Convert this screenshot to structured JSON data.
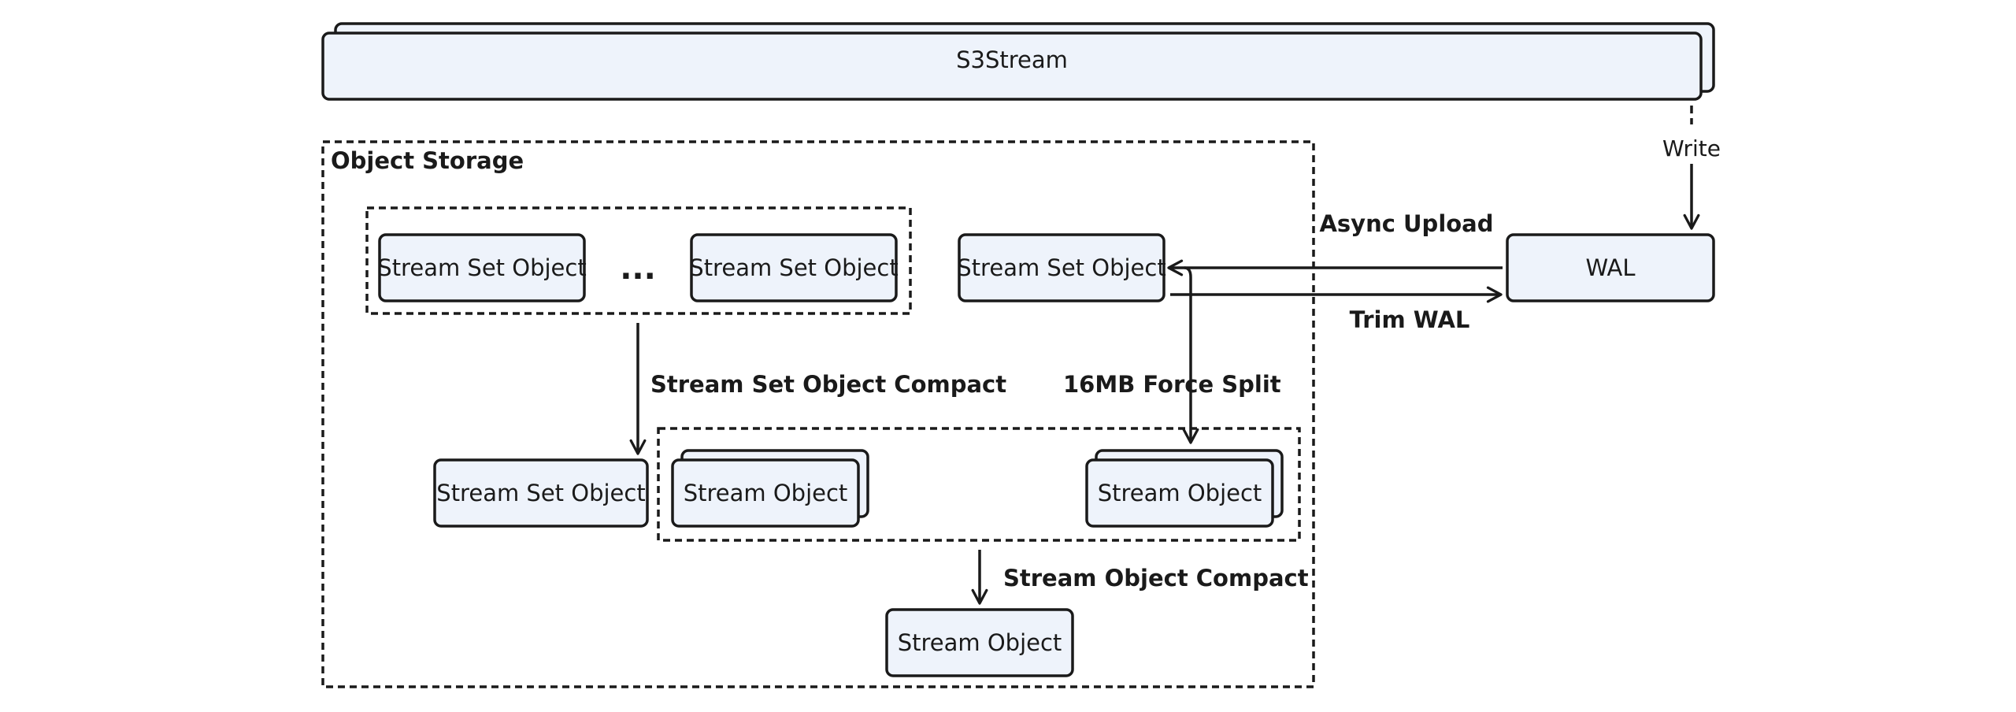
{
  "colors": {
    "box_fill": "#eef3fb",
    "stroke": "#1a1a1a",
    "background": "#ffffff"
  },
  "s3stream": {
    "label": "S3Stream"
  },
  "wal": {
    "label": "WAL"
  },
  "object_storage": {
    "label": "Object Storage"
  },
  "boxes": {
    "sso_group_left": "Stream Set Object",
    "sso_group_ellipsis": "...",
    "sso_group_right": "Stream Set Object",
    "sso_uploaded": "Stream Set Object",
    "sso_compacted": "Stream Set Object",
    "so_left": "Stream Object",
    "so_right": "Stream Object",
    "so_compacted": "Stream Object"
  },
  "edges": {
    "write": "Write",
    "async_upload": "Async Upload",
    "trim_wal": "Trim WAL",
    "sso_compact": "Stream Set Object Compact",
    "force_split": "16MB Force Split",
    "so_compact": "Stream Object Compact"
  }
}
